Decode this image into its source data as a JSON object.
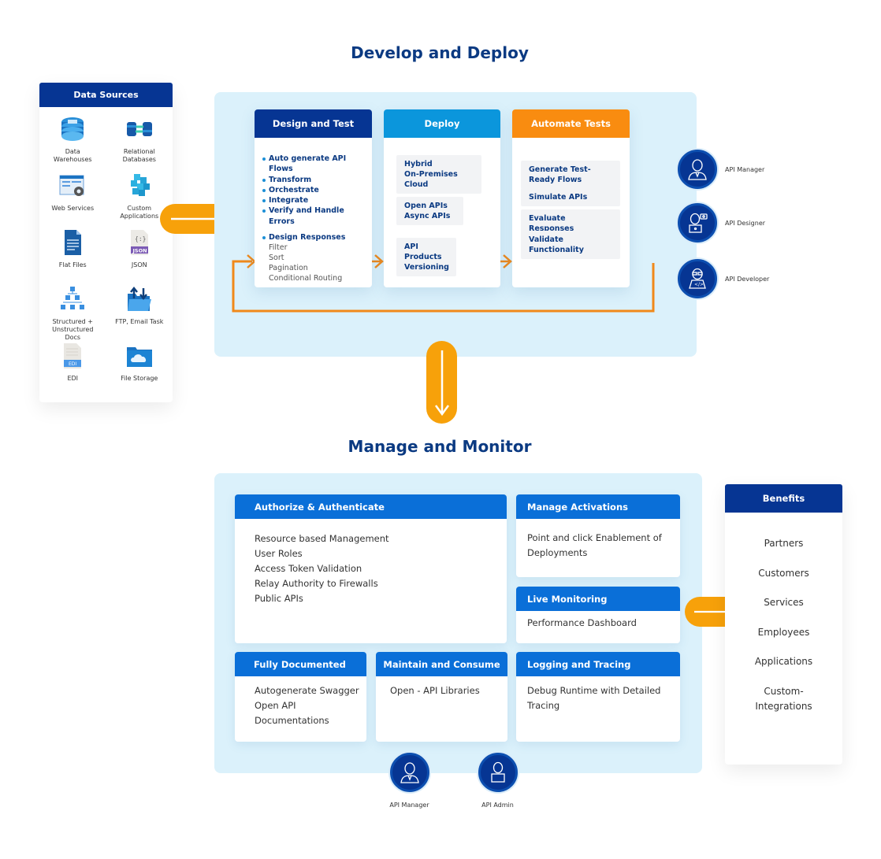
{
  "develop": {
    "title": "Develop and Deploy",
    "data_sources": {
      "title": "Data Sources",
      "items": [
        {
          "icon": "data-warehouse-icon",
          "label": "Data Warehouses"
        },
        {
          "icon": "relational-database-icon",
          "label": "Relational Databases"
        },
        {
          "icon": "web-services-icon",
          "label": "Web Services"
        },
        {
          "icon": "custom-applications-icon",
          "label": "Custom Applications"
        },
        {
          "icon": "flat-file-icon",
          "label": "Flat Files"
        },
        {
          "icon": "json-file-icon",
          "label": "JSON"
        },
        {
          "icon": "hierarchy-docs-icon",
          "label": "Structured + Unstructured Docs"
        },
        {
          "icon": "ftp-folder-icon",
          "label": "FTP, Email Task"
        },
        {
          "icon": "edi-file-icon",
          "label": "EDI"
        },
        {
          "icon": "cloud-storage-icon",
          "label": "File Storage"
        }
      ]
    },
    "design_test": {
      "title": "Design and Test",
      "bullets": [
        "Auto generate API Flows",
        "Transform",
        "Orchestrate",
        "Integrate",
        "Verify and Handle Errors"
      ],
      "responses_title": "Design Responses",
      "responses": [
        "Filter",
        "Sort",
        "Pagination",
        "Conditional Routing"
      ]
    },
    "deploy": {
      "title": "Deploy",
      "chips": [
        {
          "line1": "Hybrid",
          "line2": "On-Premises Cloud"
        },
        {
          "line1": "Open APIs",
          "line2": "Async APIs"
        },
        {
          "line1": "API Products",
          "line2": "Versioning"
        }
      ]
    },
    "automate": {
      "title": "Automate Tests",
      "chips": [
        "Generate Test-Ready Flows",
        "Simulate APIs",
        "Evaluate Responses",
        "Validate Functionality"
      ]
    },
    "roles": [
      {
        "icon": "api-manager-avatar-icon",
        "label": "API Manager"
      },
      {
        "icon": "api-designer-avatar-icon",
        "label": "API Designer"
      },
      {
        "icon": "api-developer-avatar-icon",
        "label": "API Developer"
      }
    ]
  },
  "manage": {
    "title": "Manage and Monitor",
    "authorize": {
      "title": "Authorize & Authenticate",
      "items": [
        "Resource based Management",
        "User Roles",
        "Access Token Validation",
        "Relay Authority to Firewalls",
        "Public APIs"
      ]
    },
    "activations": {
      "title": "Manage Activations",
      "text": "Point and click Enablement of Deployments"
    },
    "monitoring": {
      "title": "Live Monitoring",
      "text": "Performance Dashboard"
    },
    "documented": {
      "title": "Fully Documented",
      "items": [
        "Autogenerate Swagger",
        "Open API",
        "Documentations"
      ]
    },
    "maintain": {
      "title": "Maintain and Consume",
      "text": "Open - API Libraries"
    },
    "logging": {
      "title": "Logging and Tracing",
      "text": "Debug Runtime with Detailed Tracing"
    },
    "roles": [
      {
        "icon": "api-manager-avatar-icon",
        "label": "API Manager"
      },
      {
        "icon": "api-admin-avatar-icon",
        "label": "API Admin"
      }
    ]
  },
  "benefits": {
    "title": "Benefits",
    "items": [
      "Partners",
      "Customers",
      "Services",
      "Employees",
      "Applications",
      "Custom-Integrations"
    ]
  },
  "colors": {
    "navy": "#063593",
    "sky": "#0b96dc",
    "orange": "#f98c10",
    "blue": "#0a6fd8",
    "arrow_orange": "#f7a10a",
    "panel_bg": "#dbf1fb"
  }
}
